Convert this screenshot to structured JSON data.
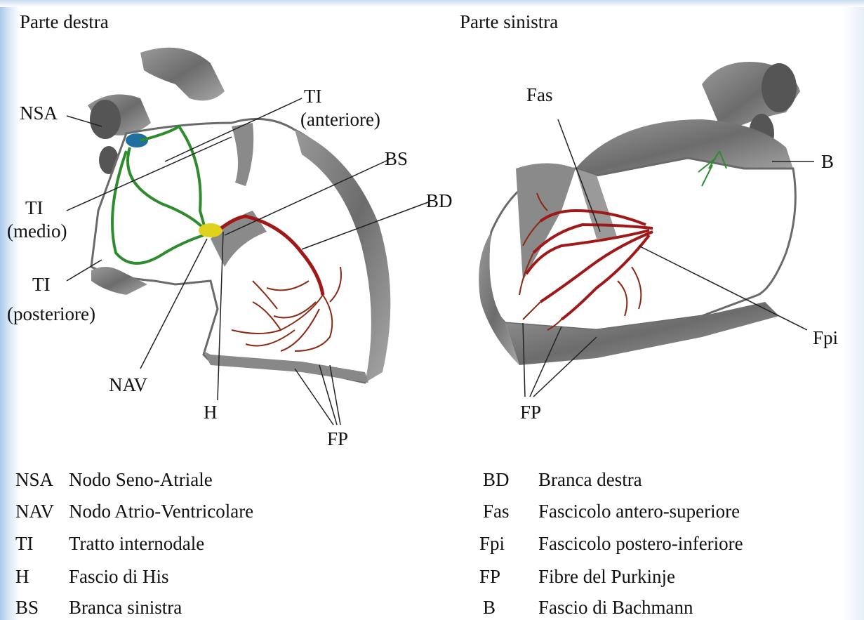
{
  "headings": {
    "right_side": "Parte destra",
    "left_side": "Parte sinistra"
  },
  "diagram_labels": {
    "nsa": "NSA",
    "ti_anterior_1": "TI",
    "ti_anterior_2": "(anteriore)",
    "bs": "BS",
    "bd": "BD",
    "ti_medio_1": "TI",
    "ti_medio_2": "(medio)",
    "ti_post_1": "TI",
    "ti_post_2": "(posteriore)",
    "nav": "NAV",
    "h": "H",
    "fp_right": "FP",
    "fas": "Fas",
    "b": "B",
    "fpi": "Fpi",
    "fp_left": "FP"
  },
  "legend_left": [
    {
      "abbr": "NSA",
      "text": "Nodo Seno-Atriale"
    },
    {
      "abbr": "NAV",
      "text": "Nodo Atrio-Ventricolare"
    },
    {
      "abbr": "TI",
      "text": "Tratto internodale"
    },
    {
      "abbr": "H",
      "text": "Fascio di His"
    },
    {
      "abbr": "BS",
      "text": "Branca sinistra"
    }
  ],
  "legend_right": [
    {
      "abbr": "BD",
      "text": "Branca destra"
    },
    {
      "abbr": "Fas",
      "text": "Fascicolo antero-superiore"
    },
    {
      "abbr": "Fpi",
      "text": "Fascicolo postero-inferiore"
    },
    {
      "abbr": "FP",
      "text": "Fibre del Purkinje"
    },
    {
      "abbr": "B",
      "text": "Fascio di Bachmann"
    }
  ],
  "colors": {
    "sa_node": "#1f6fa0",
    "av_node": "#e0d21a",
    "internodal_tract": "#2e8b2e",
    "branch": "#a01818",
    "tissue": "#7a7a7a"
  }
}
